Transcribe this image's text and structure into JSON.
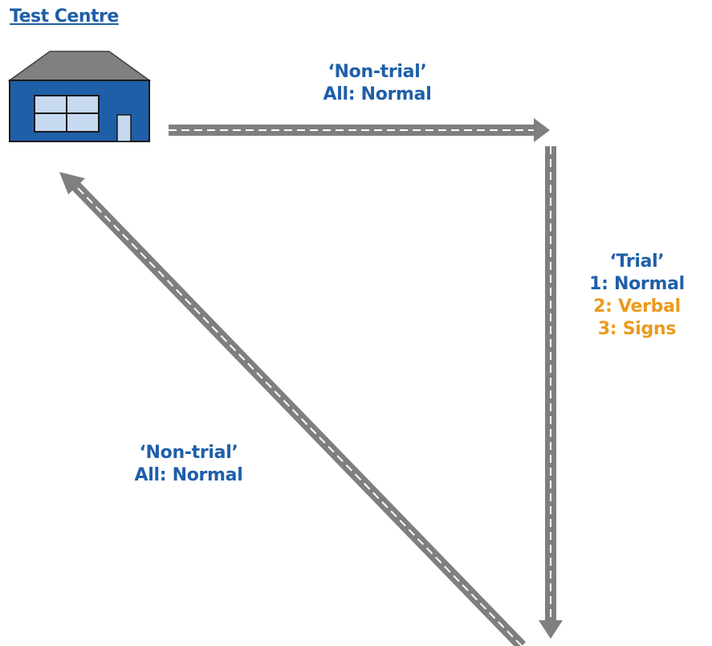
{
  "diagram": {
    "title": "Test Centre",
    "routes": {
      "top": {
        "lines": [
          {
            "text": "‘Non-trial’",
            "color": "#1f5fa8"
          },
          {
            "text": "All: Normal",
            "color": "#1f5fa8"
          }
        ]
      },
      "right": {
        "lines": [
          {
            "text": "‘Trial’",
            "color": "#1f5fa8"
          },
          {
            "text": "1: Normal",
            "color": "#1f5fa8"
          },
          {
            "text": "2: Verbal",
            "color": "#ec9a1e"
          },
          {
            "text": "3: Signs",
            "color": "#ec9a1e"
          }
        ]
      },
      "left": {
        "lines": [
          {
            "text": "‘Non-trial’",
            "color": "#1f5fa8"
          },
          {
            "text": "All: Normal",
            "color": "#1f5fa8"
          }
        ]
      }
    },
    "colors": {
      "text_blue": "#1f5fa8",
      "text_orange": "#ec9a1e",
      "road": "#7f7f7f",
      "building_wall": "#1f5fa8",
      "building_roof": "#808080",
      "window": "#c6d9f1"
    }
  }
}
